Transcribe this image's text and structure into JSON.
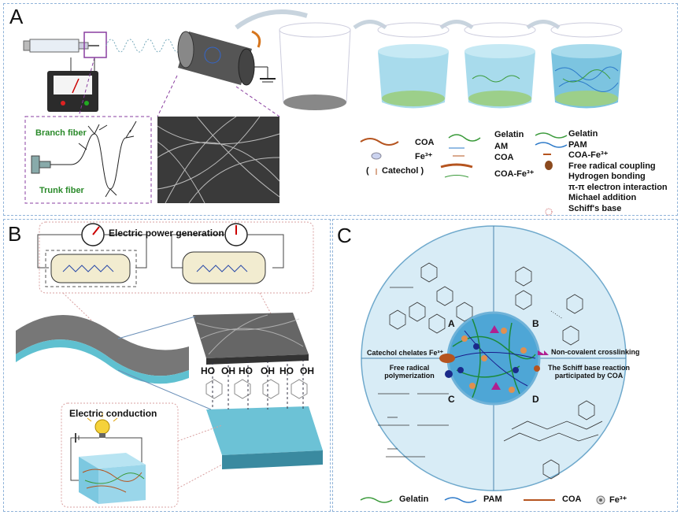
{
  "panel_a": {
    "label": "A",
    "branch_fiber": "Branch fiber",
    "trunk_fiber": "Trunk fiber",
    "legend_col1": [
      "COA",
      "Fe³⁺",
      "( ",
      "Catechol )"
    ],
    "legend_col2": [
      "Gelatin",
      "AM",
      "COA",
      "COA-Fe³⁺"
    ],
    "legend_col3": [
      "Gelatin",
      "PAM",
      "COA-Fe³⁺",
      "Free radical coupling",
      "Hydrogen bonding",
      "π-π electron interaction",
      "Michael addition",
      "Schiff's base"
    ]
  },
  "panel_b": {
    "label": "B",
    "power_title": "Electric power generation",
    "conduction_title": "Electric conduction",
    "ho_labels": [
      "HO",
      "OH",
      "HO",
      "OH",
      "HO",
      "OH"
    ]
  },
  "panel_c": {
    "label": "C",
    "quad_letters": [
      "A",
      "B",
      "C",
      "D"
    ],
    "catechol_chelates": "Catechol chelates Fe³⁺",
    "non_covalent": "Non-covalent crosslinking",
    "free_radical": "Free radical polymerization",
    "schiff": "The Schiff base reaction participated by COA"
  },
  "bottom_legend": {
    "gelatin": "Gelatin",
    "pam": "PAM",
    "coa": "COA",
    "fe": "Fe³⁺"
  },
  "colors": {
    "panel_border": "#8fb3d9",
    "gelatin": "#3a9a3a",
    "pam": "#2a78c8",
    "coa": "#b5541f",
    "hydrogel": "#9fd8e8",
    "circle_bg": "#d8ecf6"
  }
}
